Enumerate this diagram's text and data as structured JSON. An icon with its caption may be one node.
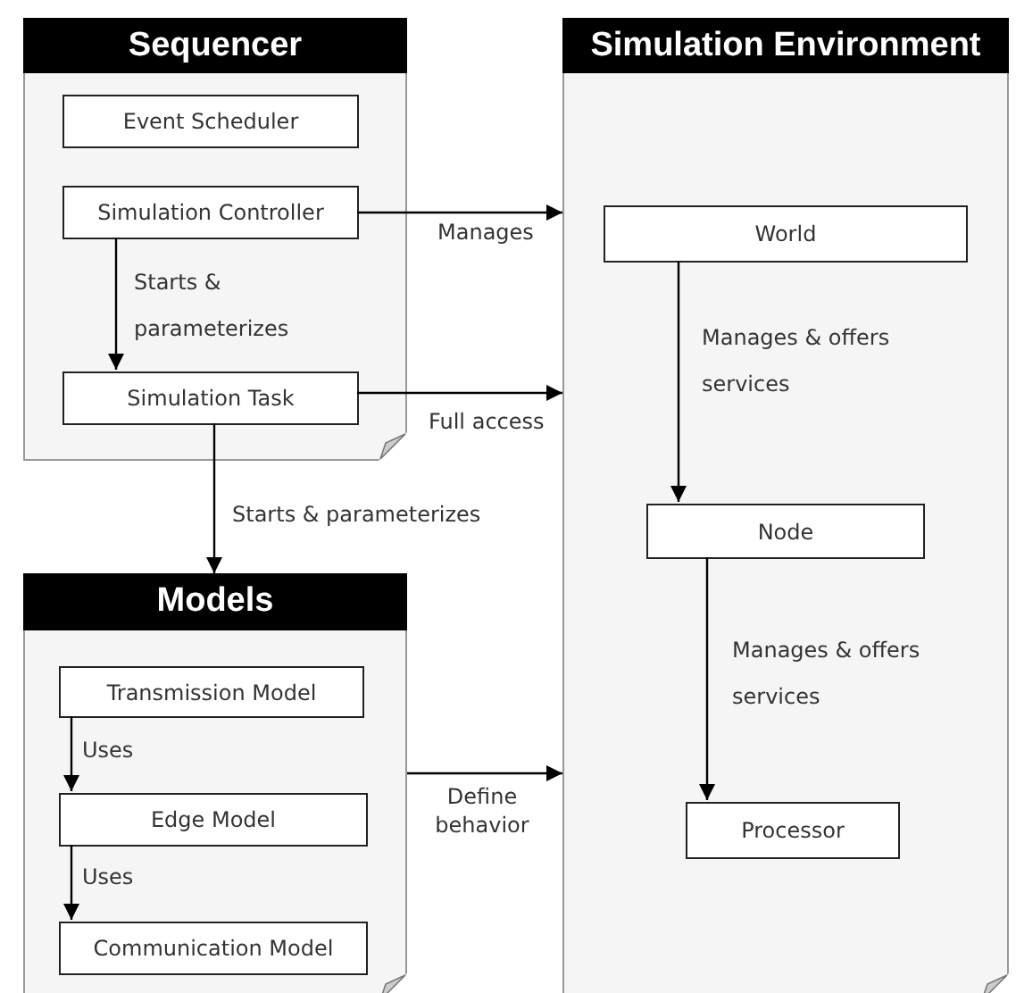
{
  "diagram": {
    "nodes": [
      {
        "text": [
          "Sequencer"
        ]
      },
      {
        "text": [
          "Event Scheduler"
        ],
        "in": 0
      },
      {
        "text": [
          "Simulation Controller"
        ],
        "in": 0
      },
      {
        "text": [
          "Simulation Task"
        ],
        "in": 0
      },
      {
        "text": [
          "Models"
        ]
      },
      {
        "text": [
          "Transmission Model"
        ],
        "in": 4
      },
      {
        "text": [
          "Edge Model"
        ],
        "in": 4
      },
      {
        "text": [
          "Communication Model"
        ],
        "in": 4
      },
      {
        "text": [
          "Simulation Environment"
        ]
      },
      {
        "text": [
          "World"
        ],
        "in": 8
      },
      {
        "text": [
          "Node"
        ],
        "in": 8
      },
      {
        "text": [
          "Processor"
        ],
        "in": 8
      }
    ],
    "edges": [
      {
        "from": 2,
        "to": 3,
        "arrow": "to",
        "label": "Starts & parameterizes"
      },
      {
        "from": 2,
        "to": 8,
        "arrow": "to",
        "label": "Manages"
      },
      {
        "from": 3,
        "to": 8,
        "arrow": "to",
        "label": "Full access"
      },
      {
        "from": 3,
        "to": 4,
        "arrow": "to",
        "label": "Starts & parameterizes"
      },
      {
        "from": 5,
        "to": 6,
        "arrow": "to",
        "label": "Uses"
      },
      {
        "from": 6,
        "to": 7,
        "arrow": "to",
        "label": "Uses"
      },
      {
        "from": 4,
        "to": 8,
        "arrow": "to",
        "label": "Define behavior"
      },
      {
        "from": 9,
        "to": 10,
        "arrow": "to",
        "label": "Manages & offers services"
      },
      {
        "from": 10,
        "to": 11,
        "arrow": "to",
        "label": "Manages & offers services"
      }
    ]
  }
}
